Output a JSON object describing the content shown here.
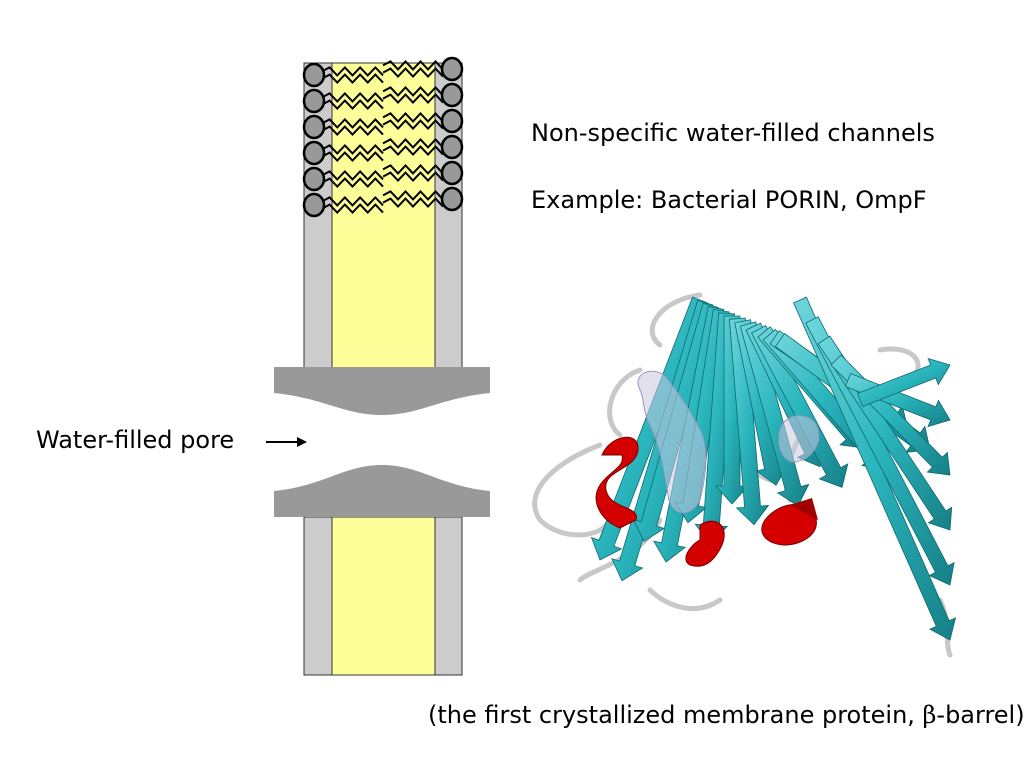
{
  "text": {
    "heading_channels": "Non-specific water-filled channels",
    "heading_example": "Example: Bacterial PORIN, OmpF",
    "pore_label": "Water-filled pore",
    "caption_prefix": "(the first crystallized membrane protein, ",
    "caption_symbol": "β",
    "caption_suffix": "-barrel)"
  },
  "colors": {
    "membrane_core": "#ffff99",
    "membrane_leaflet": "#cccccc",
    "pore_protein": "#999999",
    "lipid_head": "#999999",
    "beta_strand": "#2ab5bd",
    "alpha_helix": "#d40000",
    "loop": "#c8c8c8",
    "ligand_surface": "#c8c8e0"
  },
  "icons": {
    "arrow": "right-arrow-icon"
  },
  "structure": {
    "lipid_rows": 6,
    "beta_strands": 16,
    "alpha_helices": 3,
    "bound_ligands": 2
  }
}
